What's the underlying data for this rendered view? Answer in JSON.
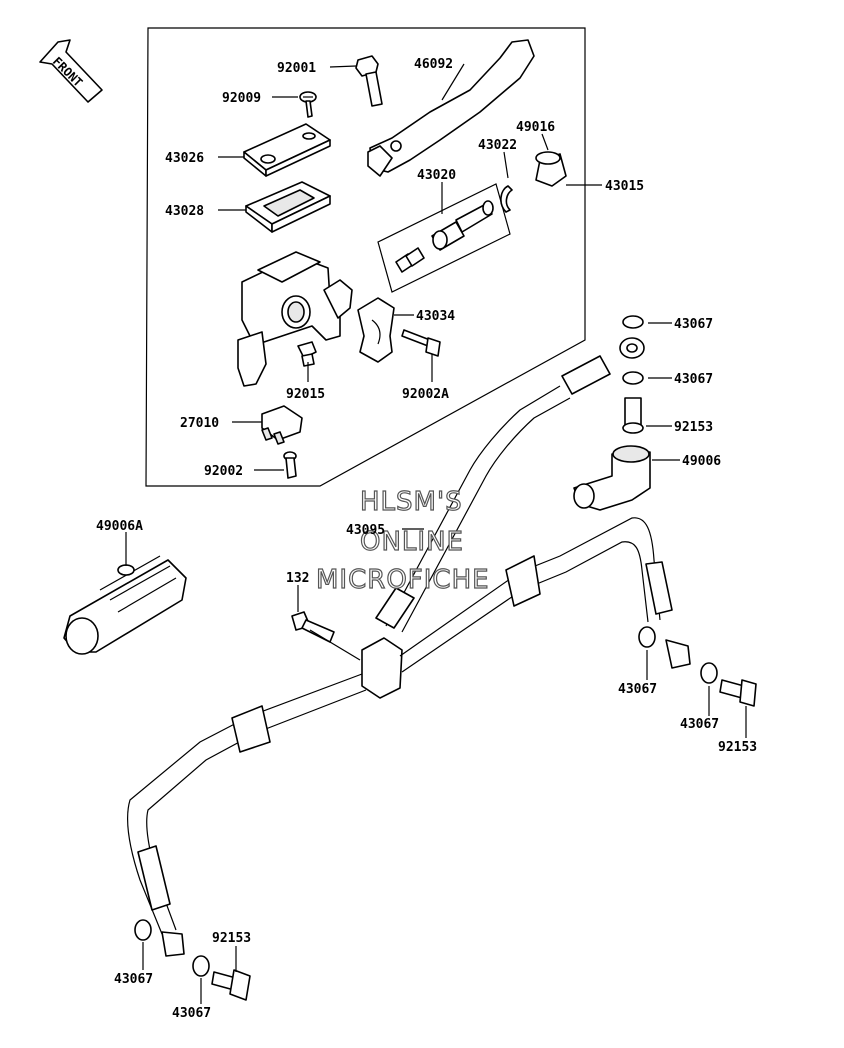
{
  "front_label": "FRONT",
  "watermark": [
    "HLSM'S",
    "ONLINE",
    "MICROFICHE"
  ],
  "parts": {
    "p92001": "92001",
    "p46092": "46092",
    "p92009": "92009",
    "p49016": "49016",
    "p43022": "43022",
    "p43026": "43026",
    "p43020": "43020",
    "p43015": "43015",
    "p43028": "43028",
    "p43034": "43034",
    "p43067a": "43067",
    "p43067b": "43067",
    "p92015": "92015",
    "p92002A": "92002A",
    "p92153a": "92153",
    "p27010": "27010",
    "p49006": "49006",
    "p92002": "92002",
    "p49006A": "49006A",
    "p43095": "43095",
    "p132": "132",
    "p43067c": "43067",
    "p43067d": "43067",
    "p92153b": "92153",
    "p92153c": "92153",
    "p43067e": "43067",
    "p43067f": "43067"
  }
}
